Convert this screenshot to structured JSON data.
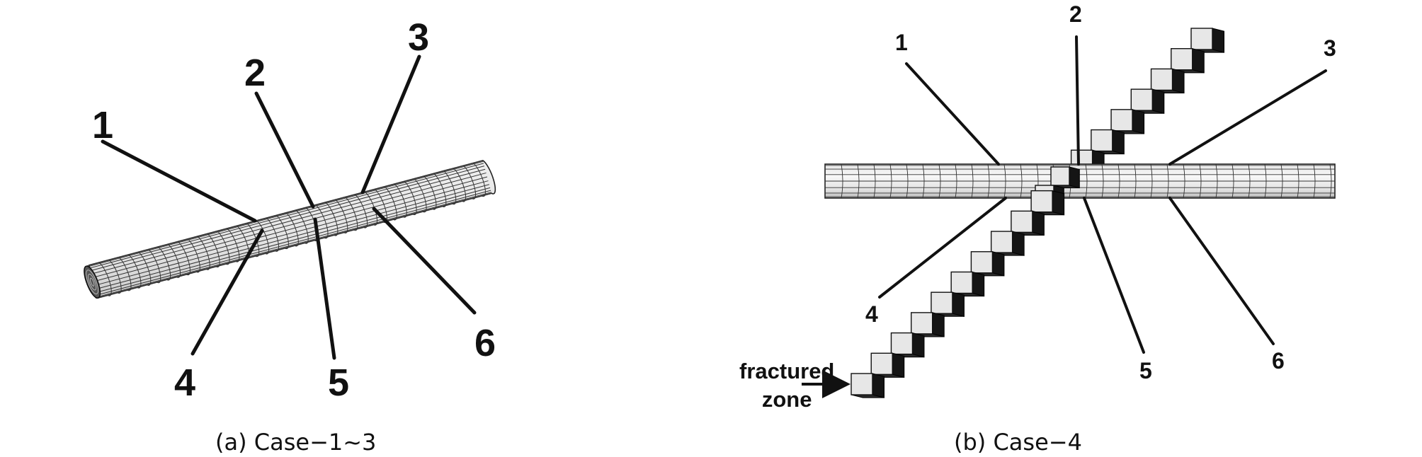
{
  "panel_a": {
    "caption": "(a) Case−1~3",
    "labels": [
      "1",
      "2",
      "3",
      "4",
      "5",
      "6"
    ]
  },
  "panel_b": {
    "caption": "(b) Case−4",
    "labels": [
      "1",
      "2",
      "3",
      "4",
      "5",
      "6"
    ],
    "zone_label_line1": "fractured",
    "zone_label_line2": "zone"
  }
}
